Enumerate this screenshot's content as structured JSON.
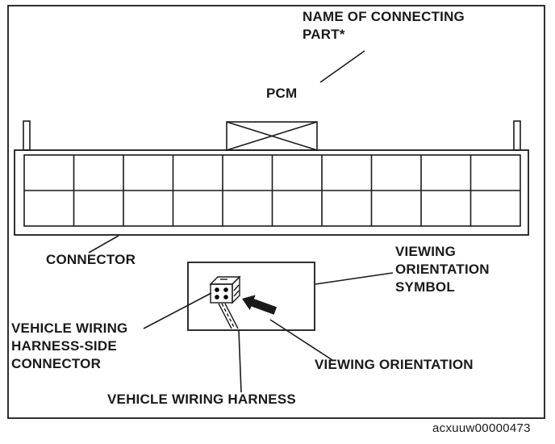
{
  "figure": {
    "code": "acxuuw00000473",
    "labels": {
      "connecting_part": "NAME OF CONNECTING PART*",
      "pcm": "PCM",
      "connector": "CONNECTOR",
      "viewing_orientation_symbol": "VIEWING ORIENTATION SYMBOL",
      "harness_side_connector": "VEHICLE WIRING HARNESS-SIDE CONNECTOR",
      "viewing_orientation": "VIEWING ORIENTATION",
      "vehicle_wiring_harness": "VEHICLE WIRING HARNESS"
    },
    "connector_grid": {
      "rows": 2,
      "columns": 10
    },
    "colors": {
      "line": "#1a1a1a",
      "background": "#ffffff"
    }
  }
}
